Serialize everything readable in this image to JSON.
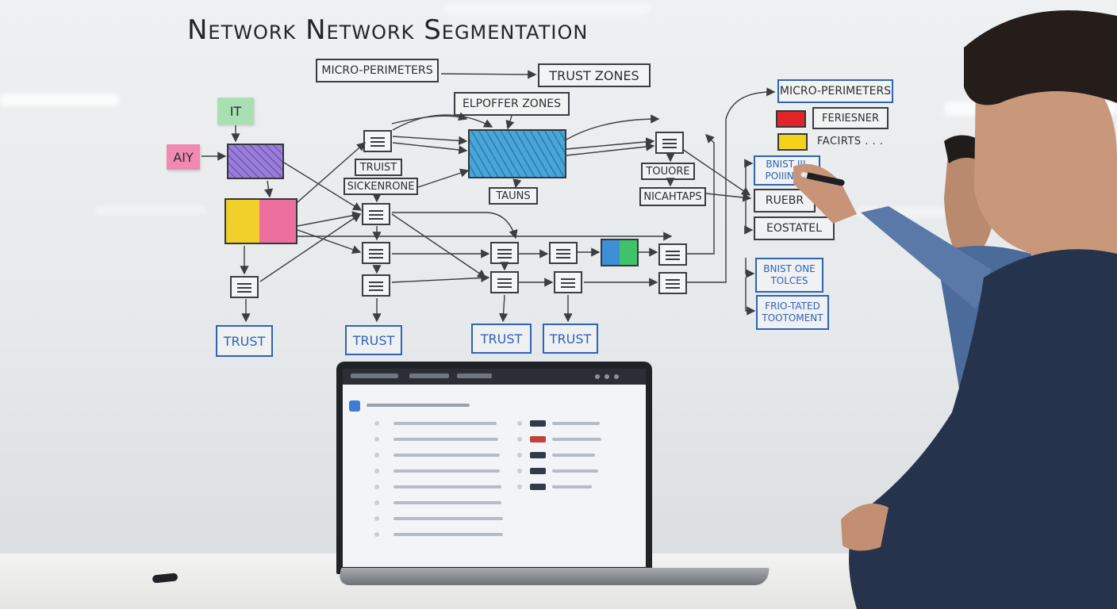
{
  "whiteboard": {
    "title": "Network Network Segmentation",
    "top_labels": {
      "left": "MICRO-PERIMETERS",
      "right": "TRUST ZONES"
    },
    "center_label": "ELPOFFER ZONES",
    "stickies": {
      "green": "IT",
      "pink": "AIY"
    },
    "mid_labels": {
      "trust": "TRUIST",
      "sickenrone": "SICKENRONE",
      "tauns": "TAUNS",
      "toucre": "TOUORE",
      "nicahtaps": "NICAHTAPS"
    },
    "bottom_labels": [
      "TRUST",
      "TRUST",
      "TRUST",
      "TRUST"
    ],
    "legend": {
      "header": "MICRO-PERIMETERS",
      "swatch_red_label": "FERIESNER",
      "swatch_yellow_label": "FACIRTS . . .",
      "item1_line1": "BNIST IIL",
      "item1_line2": "POIIINIES",
      "item2": "RUEBR",
      "item3": "EOSTATEL",
      "item4_line1": "BNIST ONE",
      "item4_line2": "TOLCES",
      "item5_line1": "FRIO-TATED",
      "item5_line2": "TOOTOMENT"
    },
    "colors": {
      "red": "#e0242a",
      "yellow": "#f4d21a",
      "green": "#a8e0b4",
      "pink": "#f08ab2",
      "blue_ink": "#2f63b5"
    }
  },
  "laptop": {
    "screen": "dashboard with list of items",
    "icons": [
      "list-icon",
      "status-chip"
    ]
  }
}
